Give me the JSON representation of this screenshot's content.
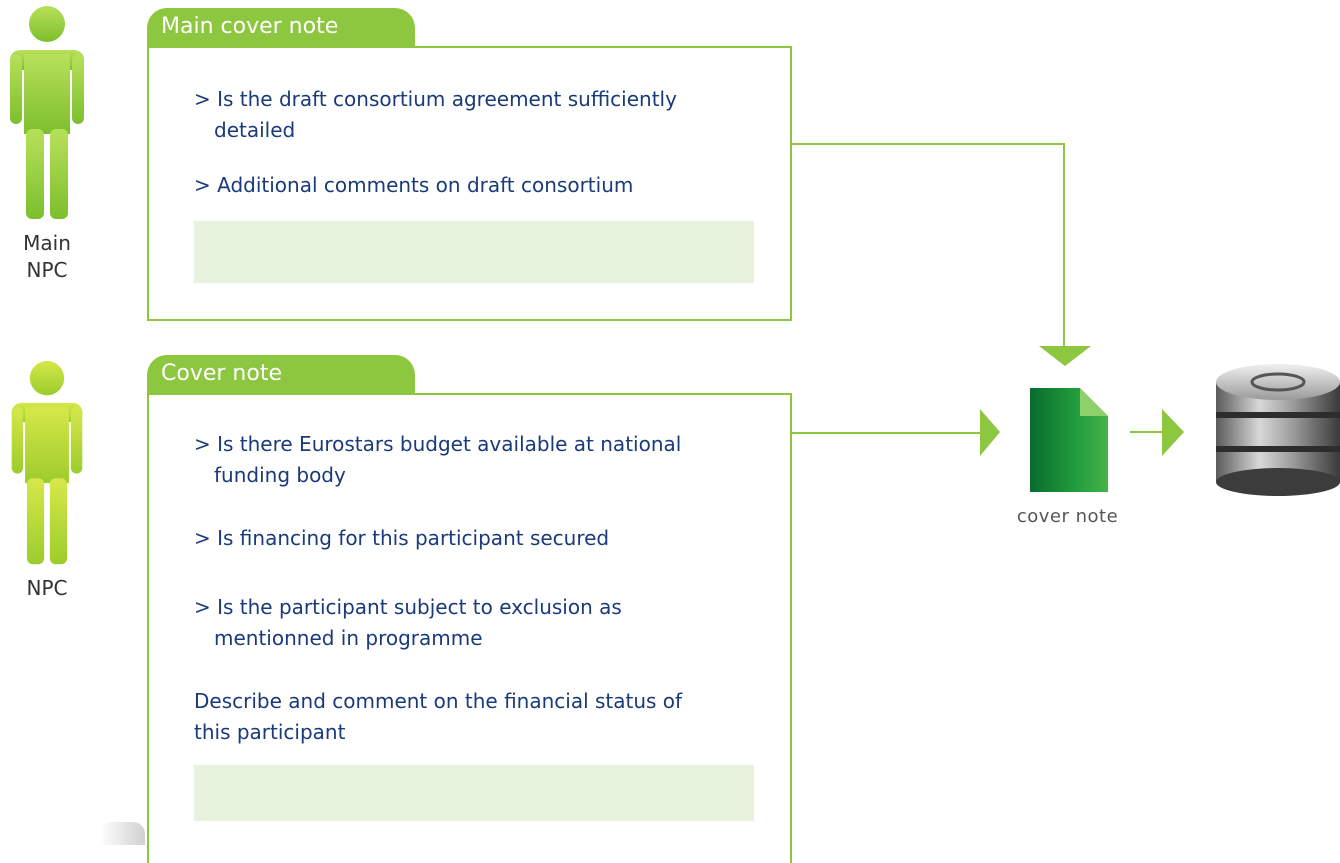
{
  "actors": [
    {
      "lines": [
        "Main",
        "NPC"
      ],
      "color": "#8dc63f"
    },
    {
      "lines": [
        "NPC"
      ],
      "color": "#b6d435"
    }
  ],
  "main_panel": {
    "tab": "Main cover note",
    "questions": [
      {
        "line1": "> Is the draft consortium agreement sufficiently",
        "line2": "detailed"
      },
      {
        "line1": "> Additional comments on draft consortium",
        "line2": ""
      }
    ]
  },
  "cover_panel": {
    "tab": "Cover note",
    "questions": [
      {
        "line1": "> Is there Eurostars budget available at national",
        "line2": "funding body"
      },
      {
        "line1": "> Is financing for this participant secured",
        "line2": ""
      },
      {
        "line1": "> Is the participant subject to exclusion as",
        "line2": "mentionned in programme"
      }
    ],
    "describe": {
      "line1": "Describe and comment on the financial status of",
      "line2": "this participant"
    }
  },
  "document": {
    "caption": "cover note"
  },
  "colors": {
    "accent_green": "#8dc63f",
    "field_fill": "#e8f3dd",
    "question_text": "#1a3a7a",
    "document_dark": "#0a6b2e",
    "document_light": "#3fae49"
  }
}
